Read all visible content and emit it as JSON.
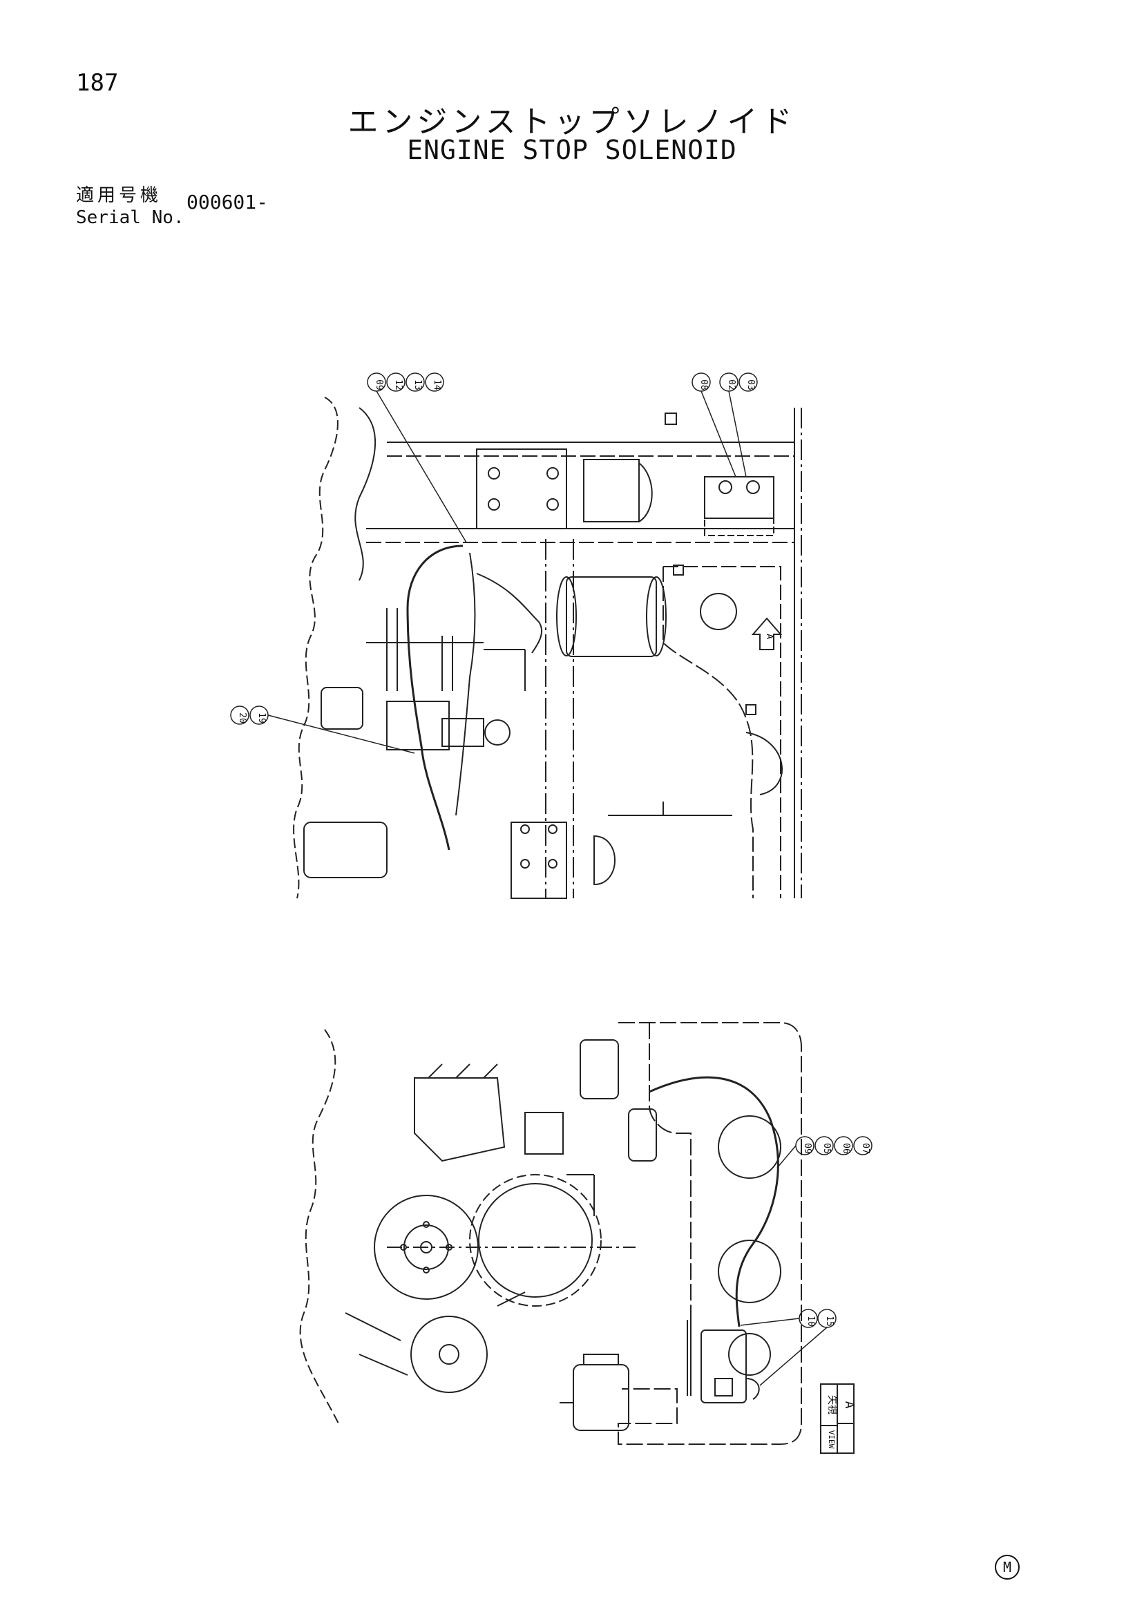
{
  "header": {
    "page_number": "187",
    "title_jp": "エンジンストップソレノイド",
    "title_en": "ENGINE STOP SOLENOID",
    "serial_label_jp": "適用号機",
    "serial_label_en": "Serial No.",
    "serial_value": "000601-"
  },
  "top_view": {
    "callouts_a": [
      "09",
      "12",
      "13",
      "14"
    ],
    "callouts_b": [
      "08",
      "02",
      "03"
    ],
    "callouts_c": [
      "20",
      "19"
    ],
    "view_arrow_label": "A"
  },
  "bottom_view": {
    "callouts_cable": [
      "09",
      "05",
      "06",
      "07"
    ],
    "callouts_solenoid": [
      "10",
      "15"
    ],
    "view_label_jp": "矢視",
    "view_label_letter": "A",
    "view_label_en": "VIEW"
  },
  "footer": {
    "mark": "M"
  }
}
